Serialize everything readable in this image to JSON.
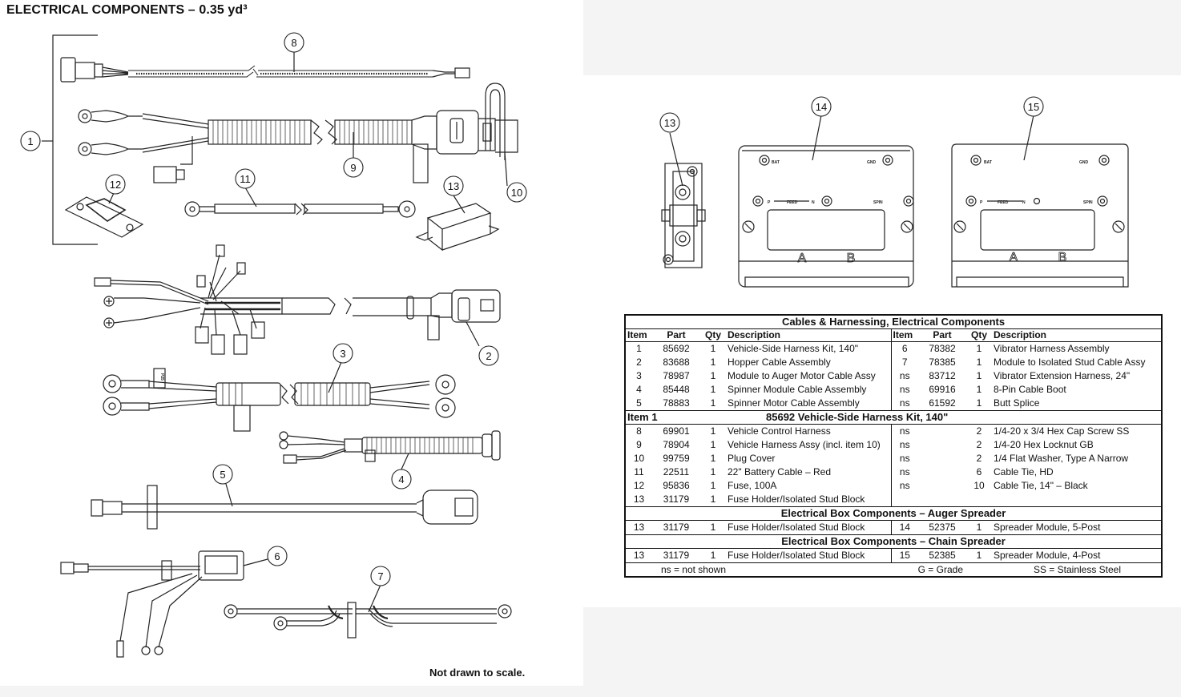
{
  "page": {
    "title": "ELECTRICAL COMPONENTS – 0.35 yd³",
    "scale_note": "Not drawn to scale."
  },
  "callouts": [
    "1",
    "2",
    "3",
    "4",
    "5",
    "6",
    "7",
    "8",
    "9",
    "10",
    "11",
    "12",
    "13",
    "13",
    "14",
    "15"
  ],
  "module_labels": {
    "bat": "BAT",
    "gnd": "GND",
    "p": "P",
    "feed": "FEED",
    "n": "N",
    "spin": "SPIN",
    "a": "A",
    "b": "B"
  },
  "harness_tag": "P25",
  "table": {
    "title": "Cables & Harnessing, Electrical  Components",
    "headers": [
      "Item",
      "Part",
      "Qty",
      "Description",
      "Item",
      "Part",
      "Qty",
      "Description"
    ],
    "rows": [
      [
        "1",
        "85692",
        "1",
        "Vehicle-Side Harness Kit, 140\"",
        "6",
        "78382",
        "1",
        "Vibrator Harness Assembly"
      ],
      [
        "2",
        "83688",
        "1",
        "Hopper Cable Assembly",
        "7",
        "78385",
        "1",
        "Module to Isolated Stud Cable Assy"
      ],
      [
        "3",
        "78987",
        "1",
        "Module to Auger Motor Cable Assy",
        "ns",
        "83712",
        "1",
        "Vibrator Extension Harness, 24\""
      ],
      [
        "4",
        "85448",
        "1",
        "Spinner Module Cable Assembly",
        "ns",
        "69916",
        "1",
        "8-Pin Cable Boot"
      ],
      [
        "5",
        "78883",
        "1",
        "Spinner Motor Cable Assembly",
        "ns",
        "61592",
        "1",
        "Butt Splice"
      ]
    ],
    "item1": {
      "label": "Item 1",
      "title": "85692  Vehicle-Side Harness Kit, 140\"",
      "rows": [
        [
          "8",
          "69901",
          "1",
          "Vehicle Control Harness",
          "ns",
          "",
          "2",
          "1/4-20 x 3/4 Hex Cap Screw SS"
        ],
        [
          "9",
          "78904",
          "1",
          "Vehicle Harness Assy (incl. item 10)",
          "ns",
          "",
          "2",
          "1/4-20 Hex Locknut GB"
        ],
        [
          "10",
          "99759",
          "1",
          "Plug Cover",
          "ns",
          "",
          "2",
          "1/4 Flat Washer, Type A Narrow"
        ],
        [
          "11",
          "22511",
          "1",
          "22\" Battery Cable – Red",
          "ns",
          "",
          "6",
          "Cable Tie, HD"
        ],
        [
          "12",
          "95836",
          "1",
          "Fuse, 100A",
          "ns",
          "",
          "10",
          "Cable Tie, 14\" – Black"
        ],
        [
          "13",
          "31179",
          "1",
          "Fuse Holder/Isolated Stud Block",
          "",
          "",
          "",
          ""
        ]
      ]
    },
    "auger": {
      "title": "Electrical Box Components – Auger Spreader",
      "row": [
        "13",
        "31179",
        "1",
        "Fuse Holder/Isolated Stud Block",
        "14",
        "52375",
        "1",
        "Spreader Module, 5-Post"
      ]
    },
    "chain": {
      "title": "Electrical Box Components – Chain Spreader",
      "row": [
        "13",
        "31179",
        "1",
        "Fuse Holder/Isolated Stud Block",
        "15",
        "52385",
        "1",
        "Spreader Module, 4-Post"
      ]
    },
    "footer": [
      "ns = not shown",
      "G = Grade",
      "SS = Stainless Steel"
    ]
  }
}
